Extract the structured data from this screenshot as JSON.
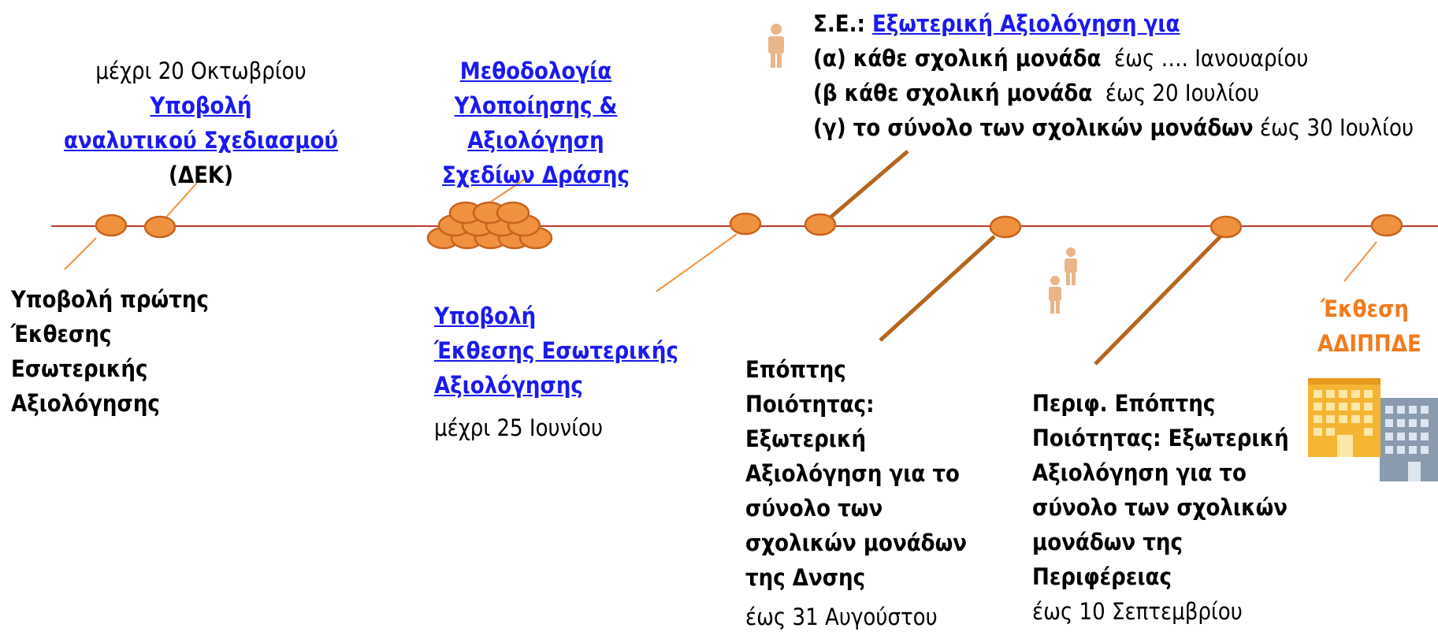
{
  "colors": {
    "axis": "#c0392b",
    "node": "#f0913f",
    "node_border": "#c8641e",
    "link": "#1a1aee",
    "accent": "#f07b1e",
    "connector": "#b5651d"
  },
  "left_top": {
    "deadline": "μέχρι 20 Οκτωβρίου",
    "link1": "Υποβολή",
    "link2": "αναλυτικού Σχεδιασμού",
    "tail": "(ΔΕΚ)"
  },
  "left_bottom": {
    "lines": [
      "Υποβολή πρώτης",
      "Έκθεσης",
      "Εσωτερικής",
      "Αξιολόγησης"
    ]
  },
  "methodology": {
    "lines": [
      "Μεθοδολογία",
      "Υλοποίησης &",
      "Αξιολόγηση",
      "Σχεδίων Δράσης"
    ]
  },
  "internal_report": {
    "link_lines": [
      "Υποβολή",
      "Έκθεσης Εσωτερικής",
      "Αξιολόγησης"
    ],
    "deadline": "μέχρι 25 Ιουνίου"
  },
  "external": {
    "prefix": "Σ.Ε.: ",
    "title_link": "Εξωτερική Αξιολόγηση για",
    "items": [
      {
        "bold": "(α) κάθε σχολική μονάδα",
        "rest": "  έως …. Ιανουαρίου"
      },
      {
        "bold": "(β κάθε σχολική μονάδα",
        "rest": "  έως 20 Ιουλίου"
      },
      {
        "bold": "(γ) το σύνολο των σχολικών μονάδων",
        "rest": " έως 30 Ιουλίου"
      }
    ]
  },
  "supervisor": {
    "lines": [
      "Επόπτης",
      "Ποιότητας:",
      "Εξωτερική",
      "Αξιολόγηση για το",
      "σύνολο των",
      "σχολικών μονάδων",
      "της Δνσης"
    ],
    "deadline": "έως 31 Αυγούστου"
  },
  "regional": {
    "lines": [
      "Περιφ. Επόπτης",
      "Ποιότητας: Εξωτερική",
      "Αξιολόγηση για το",
      "σύνολο των σχολικών",
      "μονάδων της",
      "Περιφέρειας"
    ],
    "deadline": "έως 10 Σεπτεμβρίου"
  },
  "report": {
    "lines": [
      "Έκθεση",
      "ΑΔΙΠΠΔΕ"
    ]
  },
  "icons": [
    "person-icon",
    "people-icon",
    "buildings-icon"
  ]
}
